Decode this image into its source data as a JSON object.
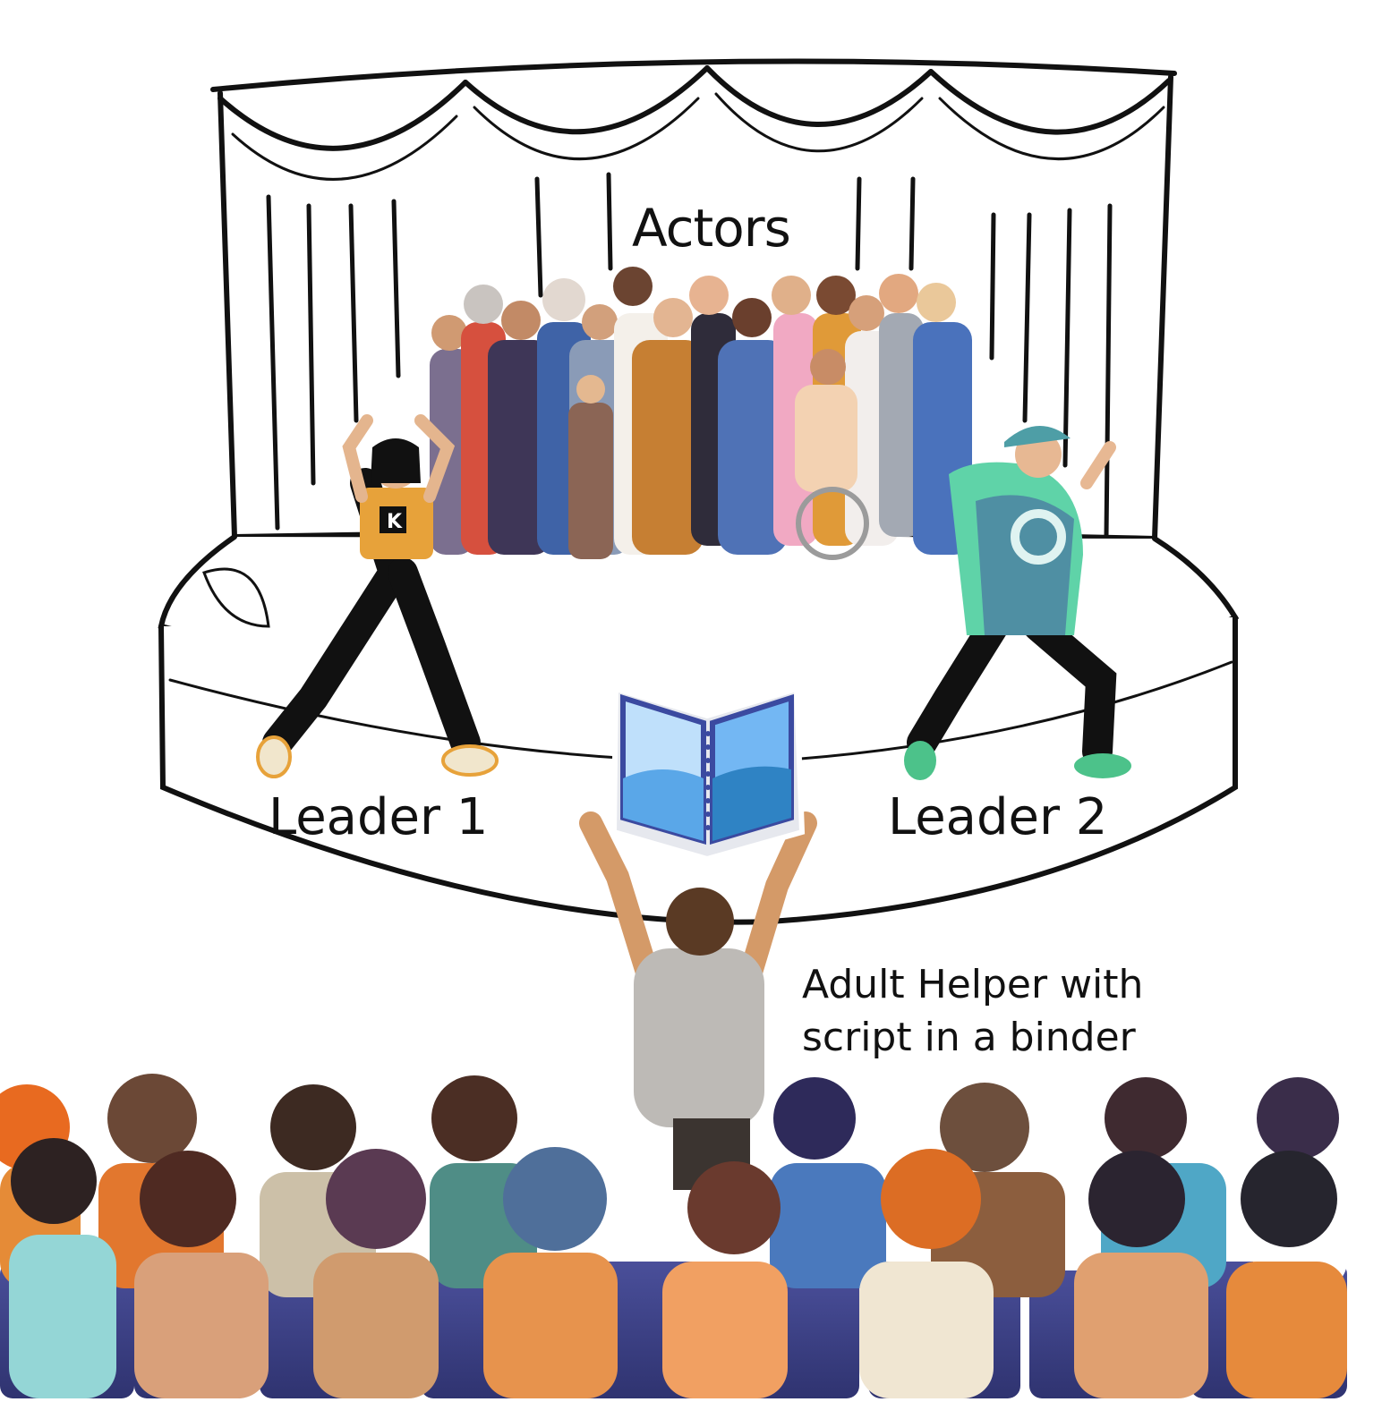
{
  "labels": {
    "actors": "Actors",
    "leader_1": "Leader 1",
    "leader_2": "Leader 2",
    "helper_line_1": "Adult Helper with",
    "helper_line_2": "script in a binder"
  },
  "colors": {
    "outline": "#111111",
    "seat": "#3a3f86",
    "binder_frame": "#3b4aa0",
    "binder_page": "#bfe0fb",
    "binder_water": "#5aa7e8",
    "leader1_shirt": "#e7a23a",
    "leader2_jacket": "#5fd3a8",
    "helper_shirt": "#bdbab6",
    "skin": "#d49a68"
  },
  "icons": {
    "binder": "binder-icon",
    "leader1_shirt_logo": "K"
  }
}
